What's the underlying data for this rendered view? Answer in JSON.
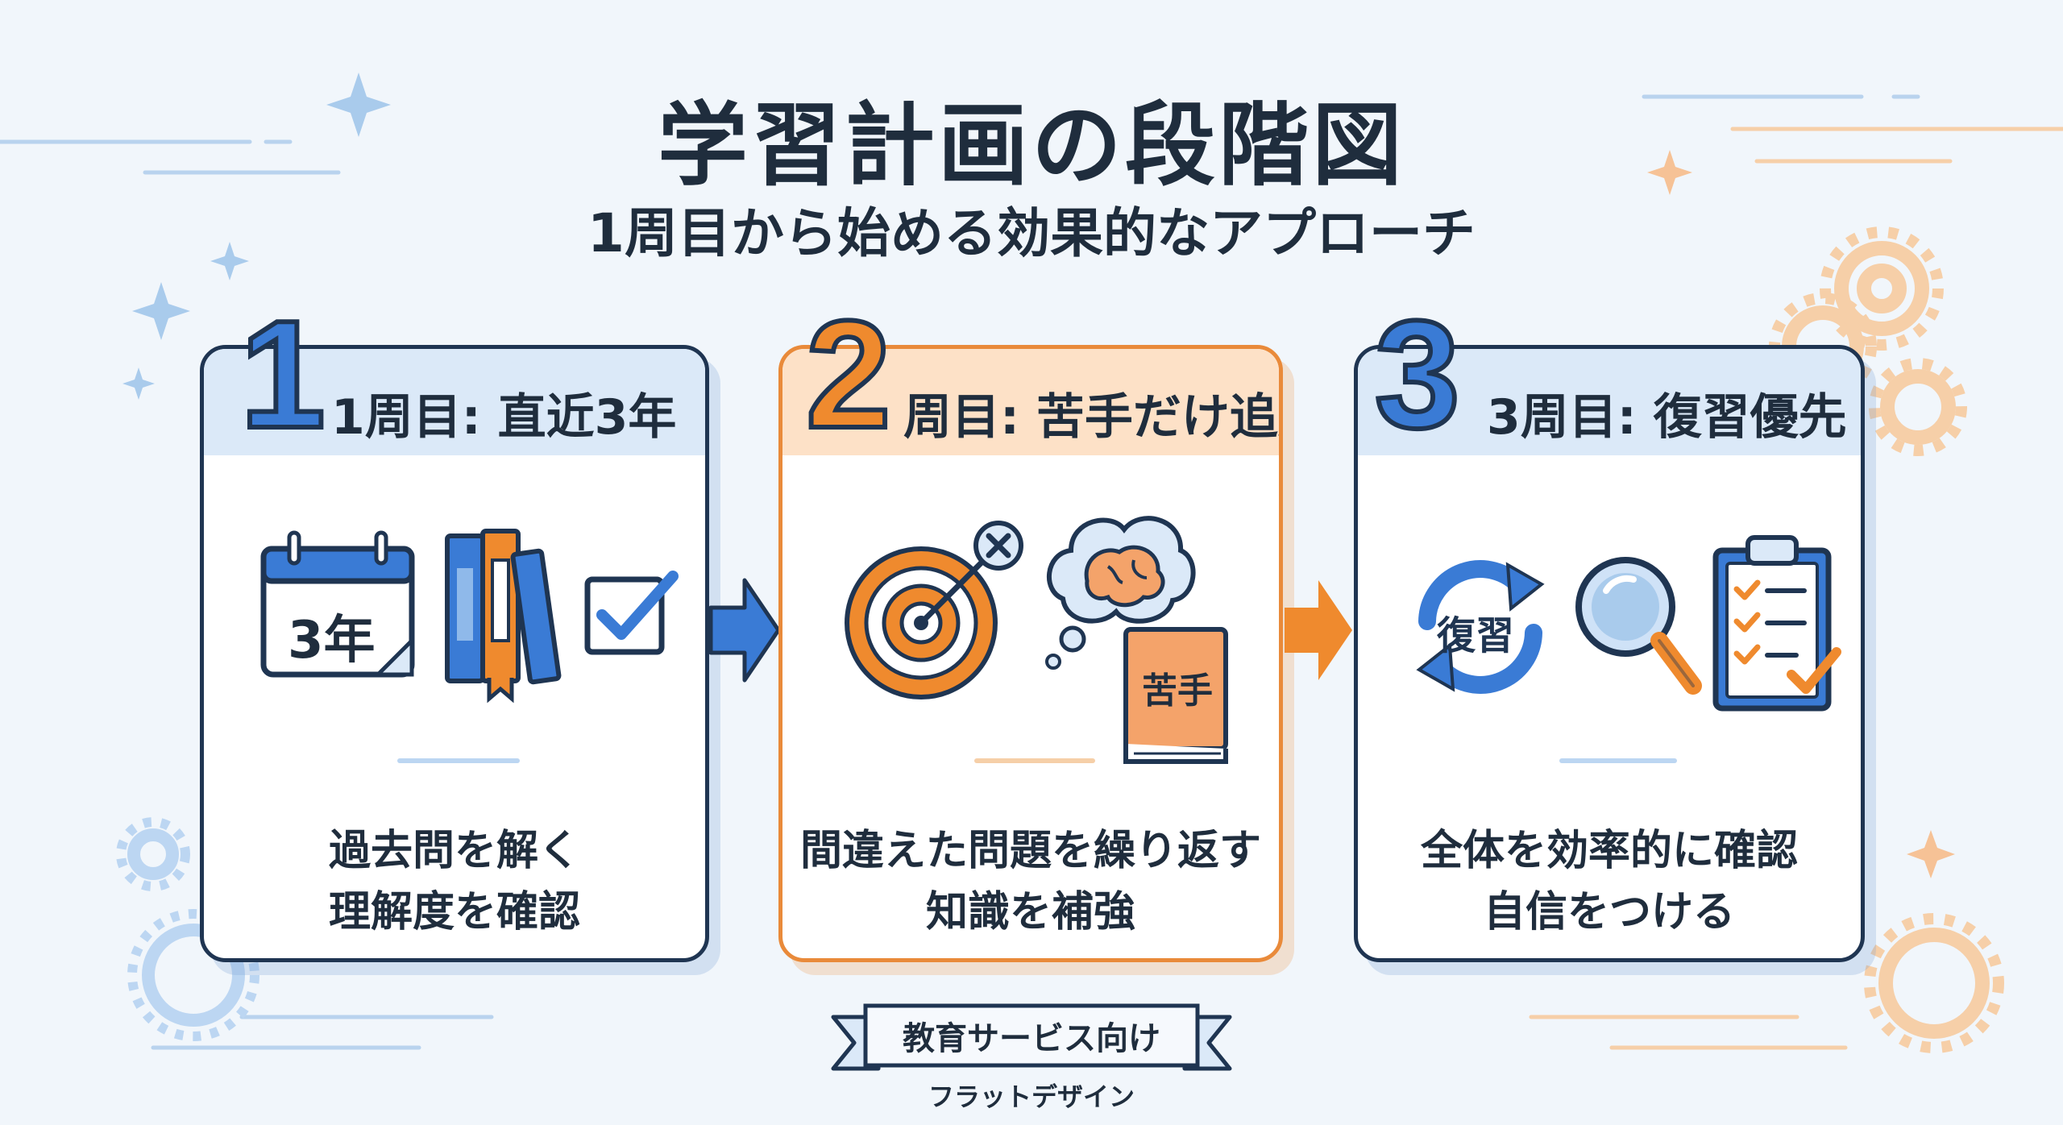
{
  "title": "学習計画の段階図",
  "subtitle": "1周目から始める効果的なアプローチ",
  "colors": {
    "navy": "#1f3552",
    "blue": "#3a7bd5",
    "light_blue": "#dbe9f8",
    "orange": "#ef8a2e",
    "light_orange": "#fde1c7",
    "background": "#f1f6fb"
  },
  "steps": [
    {
      "number": "1",
      "heading": "1周目: 直近3年",
      "calendar_text": "3年",
      "icons": [
        "calendar-icon",
        "books-icon",
        "checkbox-icon"
      ],
      "desc_line1": "過去問を解く",
      "desc_line2": "理解度を確認"
    },
    {
      "number": "2",
      "heading": "周目: 苦手だけ追加",
      "book_text": "苦手",
      "icons": [
        "target-icon",
        "brain-thought-icon",
        "book-icon"
      ],
      "desc_line1": "間違えた問題を繰り返す",
      "desc_line2": "知識を補強"
    },
    {
      "number": "3",
      "heading": "3周目: 復習優先",
      "cycle_text": "復習",
      "icons": [
        "cycle-arrows-icon",
        "magnifier-icon",
        "checklist-icon"
      ],
      "desc_line1": "全体を効率的に確認",
      "desc_line2": "自信をつける"
    }
  ],
  "footer": {
    "banner": "教育サービス向け",
    "caption": "フラットデザイン"
  }
}
